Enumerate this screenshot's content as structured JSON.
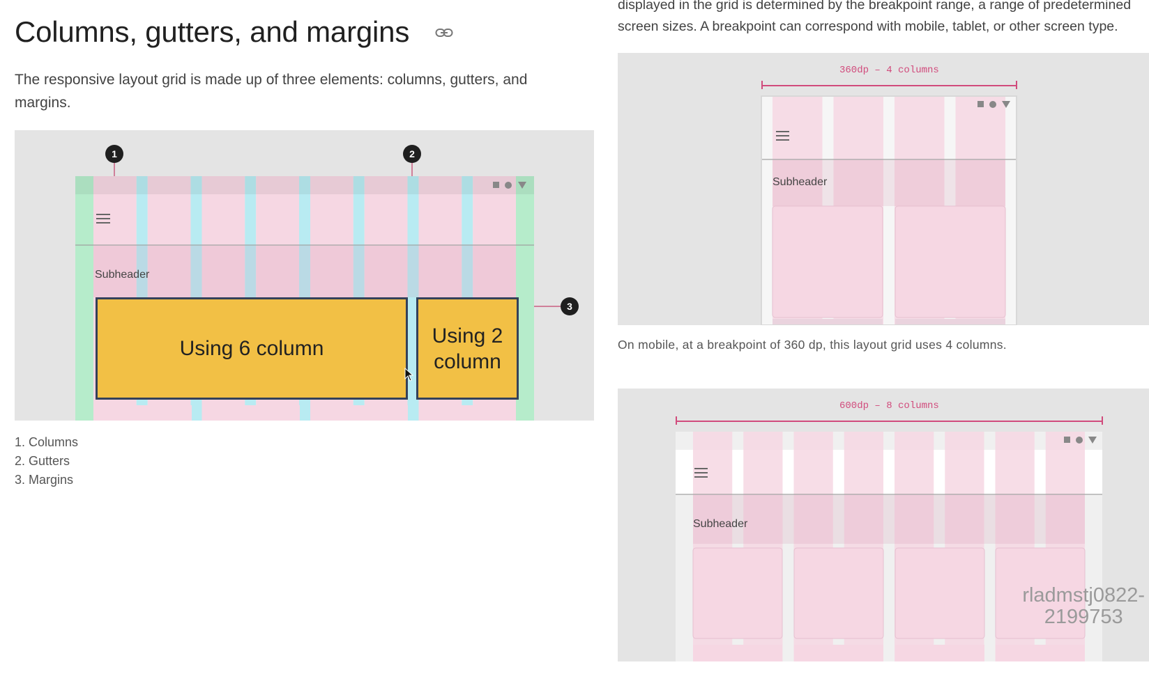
{
  "section": {
    "title": "Columns, gutters, and margins",
    "intro": "The responsive layout grid is made up of three elements: columns, gutters, and margins."
  },
  "diagram_grid": {
    "markers": [
      "1",
      "2",
      "3"
    ],
    "subheader": "Subheader",
    "callout_six": "Using 6 column",
    "callout_two_line1": "Using 2",
    "callout_two_line2": "column"
  },
  "legend": {
    "items": [
      "1. Columns",
      "2. Gutters",
      "3. Margins"
    ]
  },
  "right": {
    "text_line1": "displayed in the grid is determined by the breakpoint range, a range of predetermined",
    "text_line2": "screen sizes. A breakpoint can correspond with mobile, tablet, or other screen type."
  },
  "mobile_diagram": {
    "dimension": "360dp – 4 columns",
    "subheader": "Subheader",
    "caption": "On mobile, at a breakpoint of 360 dp, this layout grid uses 4 columns."
  },
  "tablet_diagram": {
    "dimension": "600dp – 8 columns",
    "subheader": "Subheader"
  },
  "watermark": {
    "line1": "rladmstj0822-",
    "line2": "2199753"
  },
  "colors": {
    "column": "#f6d7e3",
    "gutter": "#b8ebf2",
    "margin": "#b6eccb",
    "callout": "#f2c045",
    "accent": "#d14b7c"
  }
}
